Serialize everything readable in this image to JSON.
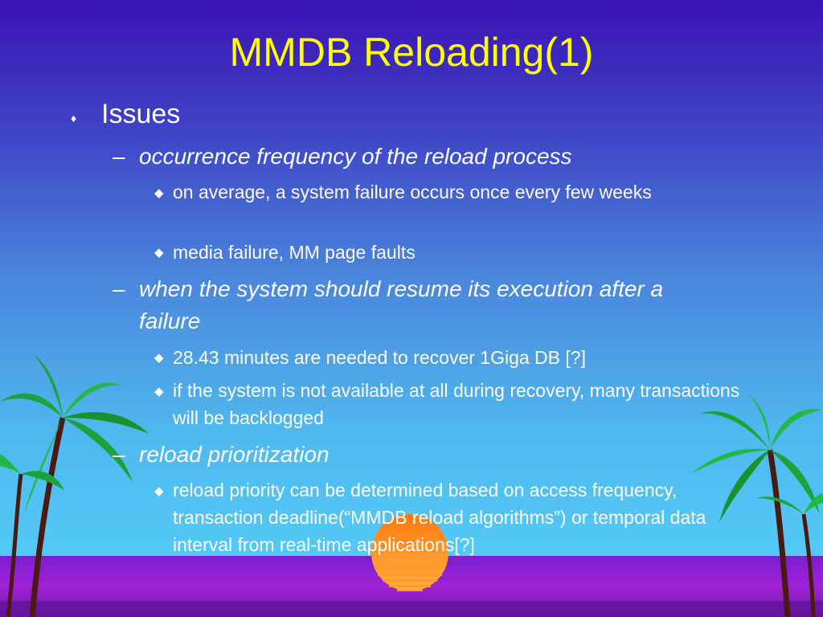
{
  "slide": {
    "title": "MMDB Reloading(1)",
    "bullets": [
      {
        "text": "Issues",
        "children": [
          {
            "text": "occurrence frequency of the reload process",
            "children": [
              "on average, a system failure occurs once every few weeks",
              "media failure, MM page faults"
            ]
          },
          {
            "text": "when the system should resume its execution after a failure",
            "children": [
              "28.43 minutes are needed to recover 1Giga DB [?]",
              "if the system is not available at all during recovery, many transactions will be backlogged"
            ]
          },
          {
            "text": "reload prioritization",
            "children": [
              "reload priority can be determined based on access frequency, transaction deadline(“MMDB reload algorithms”)  or temporal data interval from real-time applications[?]"
            ]
          }
        ]
      }
    ]
  },
  "colors": {
    "title": "#ffff00",
    "text": "#ffffff",
    "sky_top": "#3a12b4",
    "sky_bottom": "#55ccf8",
    "ground": "#a021d6",
    "sun": "#ff8a1c",
    "palm_leaf": "#1aa33a",
    "trunk": "#4a1a10"
  },
  "icons": {
    "level1_bullet": "small-diamond-icon",
    "level2_bullet": "en-dash",
    "level3_bullet": "diamond-outline-icon",
    "decoration": [
      "palm-tree-left",
      "palm-tree-right",
      "setting-sun"
    ]
  }
}
